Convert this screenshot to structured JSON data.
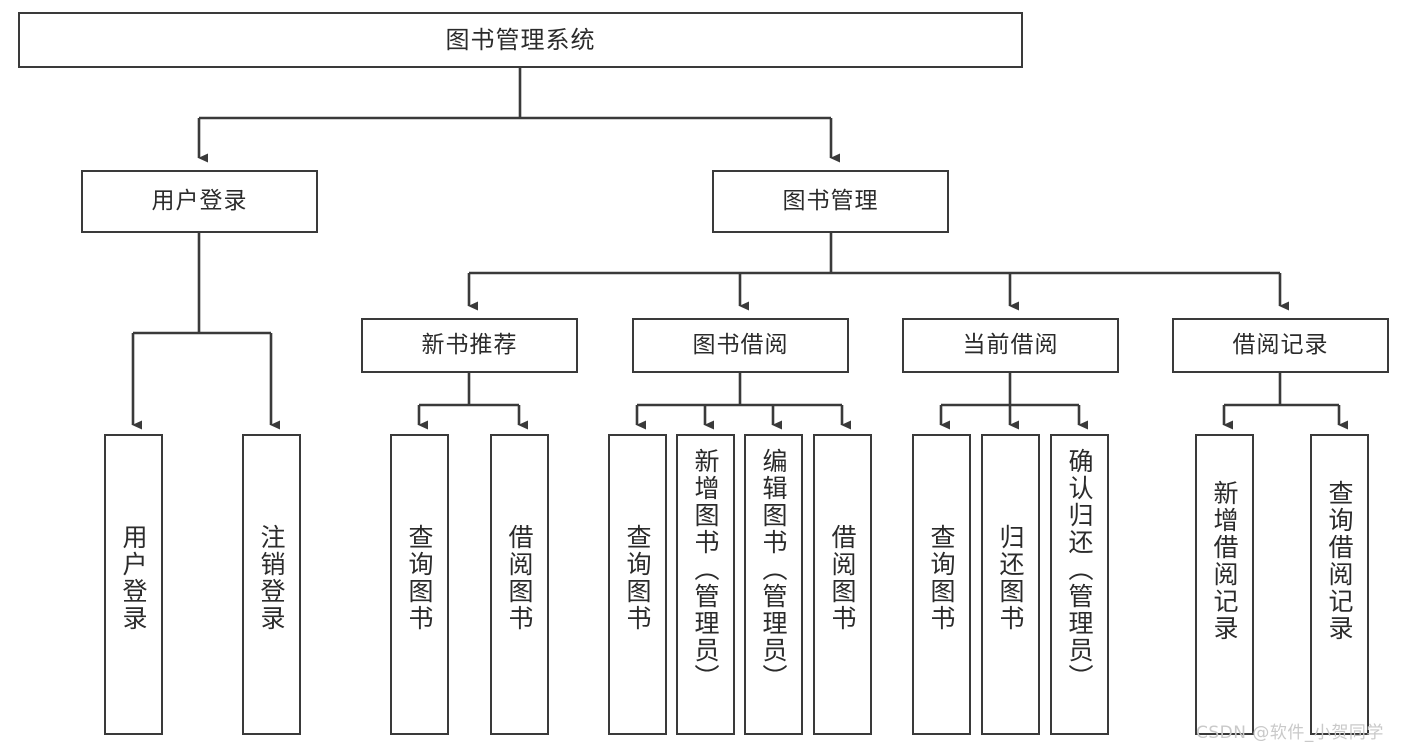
{
  "diagram": {
    "type": "tree",
    "title": "图书管理系统",
    "orientation": "top-down",
    "colors": {
      "box_border": "#3a3a3a",
      "box_fill": "#ffffff",
      "connector": "#3a3a3a",
      "text": "#2b2b2b",
      "watermark": "#c9c9c9",
      "background": "#ffffff"
    }
  },
  "root": {
    "label": "图书管理系统"
  },
  "level2": [
    {
      "label": "用户登录"
    },
    {
      "label": "图书管理"
    }
  ],
  "level3": [
    {
      "label": "新书推荐"
    },
    {
      "label": "图书借阅"
    },
    {
      "label": "当前借阅"
    },
    {
      "label": "借阅记录"
    }
  ],
  "leaves": {
    "user_login": [
      {
        "label": "用户登录"
      },
      {
        "label": "注销登录"
      }
    ],
    "new_book_recommend": [
      {
        "label": "查询图书"
      },
      {
        "label": "借阅图书"
      }
    ],
    "book_borrow": [
      {
        "label": "查询图书"
      },
      {
        "label": "新增图书（管理员）"
      },
      {
        "label": "编辑图书（管理员）"
      },
      {
        "label": "借阅图书"
      }
    ],
    "current_borrow": [
      {
        "label": "查询图书"
      },
      {
        "label": "归还图书"
      },
      {
        "label": "确认归还（管理员）"
      }
    ],
    "borrow_record": [
      {
        "label": "新增借阅记录"
      },
      {
        "label": "查询借阅记录"
      }
    ]
  },
  "watermark": {
    "text": "CSDN @软件_小贺同学"
  }
}
